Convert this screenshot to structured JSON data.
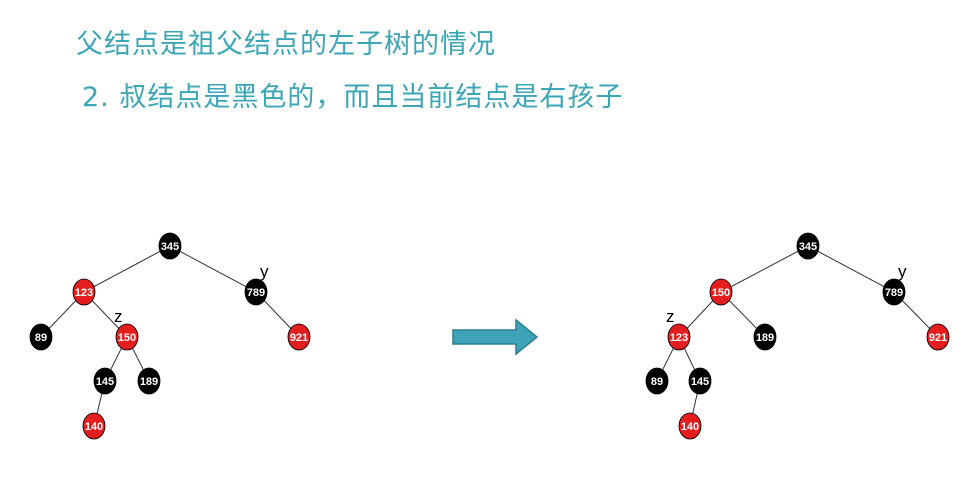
{
  "heading": {
    "line1": "父结点是祖父结点的左子树的情况",
    "line2": "2. 叔结点是黑色的，而且当前结点是右孩子"
  },
  "colors": {
    "title": "#3aa6b6",
    "red": "#e41e1e",
    "black": "#000000",
    "arrow": "#3fa3b8"
  },
  "trees": [
    {
      "id": "before",
      "nodes": [
        {
          "id": "n345",
          "label": "345",
          "color": "black"
        },
        {
          "id": "n123",
          "label": "123",
          "color": "red"
        },
        {
          "id": "n789",
          "label": "789",
          "color": "black",
          "annotation": "y"
        },
        {
          "id": "n89",
          "label": "89",
          "color": "black"
        },
        {
          "id": "n150",
          "label": "150",
          "color": "red",
          "annotation": "z"
        },
        {
          "id": "n921",
          "label": "921",
          "color": "red"
        },
        {
          "id": "n145",
          "label": "145",
          "color": "black"
        },
        {
          "id": "n189",
          "label": "189",
          "color": "black"
        },
        {
          "id": "n140",
          "label": "140",
          "color": "red"
        }
      ],
      "edges": [
        [
          "n345",
          "n123"
        ],
        [
          "n345",
          "n789"
        ],
        [
          "n123",
          "n89"
        ],
        [
          "n123",
          "n150"
        ],
        [
          "n789",
          "n921"
        ],
        [
          "n150",
          "n145"
        ],
        [
          "n150",
          "n189"
        ],
        [
          "n145",
          "n140"
        ]
      ]
    },
    {
      "id": "after",
      "nodes": [
        {
          "id": "m345",
          "label": "345",
          "color": "black"
        },
        {
          "id": "m150",
          "label": "150",
          "color": "red"
        },
        {
          "id": "m789",
          "label": "789",
          "color": "black",
          "annotation": "y"
        },
        {
          "id": "m123",
          "label": "123",
          "color": "red",
          "annotation": "z"
        },
        {
          "id": "m189",
          "label": "189",
          "color": "black"
        },
        {
          "id": "m921",
          "label": "921",
          "color": "red"
        },
        {
          "id": "m89",
          "label": "89",
          "color": "black"
        },
        {
          "id": "m145",
          "label": "145",
          "color": "black"
        },
        {
          "id": "m140",
          "label": "140",
          "color": "red"
        }
      ],
      "edges": [
        [
          "m345",
          "m150"
        ],
        [
          "m345",
          "m789"
        ],
        [
          "m150",
          "m123"
        ],
        [
          "m150",
          "m189"
        ],
        [
          "m789",
          "m921"
        ],
        [
          "m123",
          "m89"
        ],
        [
          "m123",
          "m145"
        ],
        [
          "m145",
          "m140"
        ]
      ]
    }
  ]
}
